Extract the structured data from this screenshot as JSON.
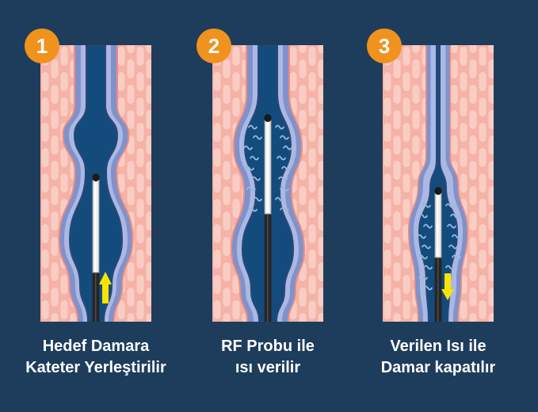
{
  "steps": [
    {
      "number": "1",
      "caption_line1": "Hedef Damara",
      "caption_line2": "Kateter Yerleştirilir",
      "illustration": "catheter inserted upward into bulging vein, yellow arrow pointing up"
    },
    {
      "number": "2",
      "caption_line1": "RF Probu ile",
      "caption_line2": "ısı verilir",
      "illustration": "RF probe emitting heat waves inside vein"
    },
    {
      "number": "3",
      "caption_line1": "Verilen Isı ile",
      "caption_line2": "Damar kapatılır",
      "illustration": "vein sealed closed above probe withdrawn downward, yellow arrow pointing down"
    }
  ],
  "colors": {
    "bg-navy": "#1E3D5C",
    "badge-orange": "#F0921E",
    "tissue-bg": "#F5B2A6",
    "tissue-brick": "#FACDC4",
    "vein-outline-salmon": "#EC8E83",
    "vein-wall-mid": "#8092CB",
    "vein-wall-light": "#ABB8E4",
    "vein-lumen": "#134B7D",
    "lumen-edge": "#2A4875",
    "wave-blue": "#95BADC",
    "arrow-yellow": "#F8E400",
    "probe-white": "#EDEDED",
    "probe-edge": "#909090",
    "probe-black": "#262626",
    "text-white": "#FFFFFF"
  }
}
